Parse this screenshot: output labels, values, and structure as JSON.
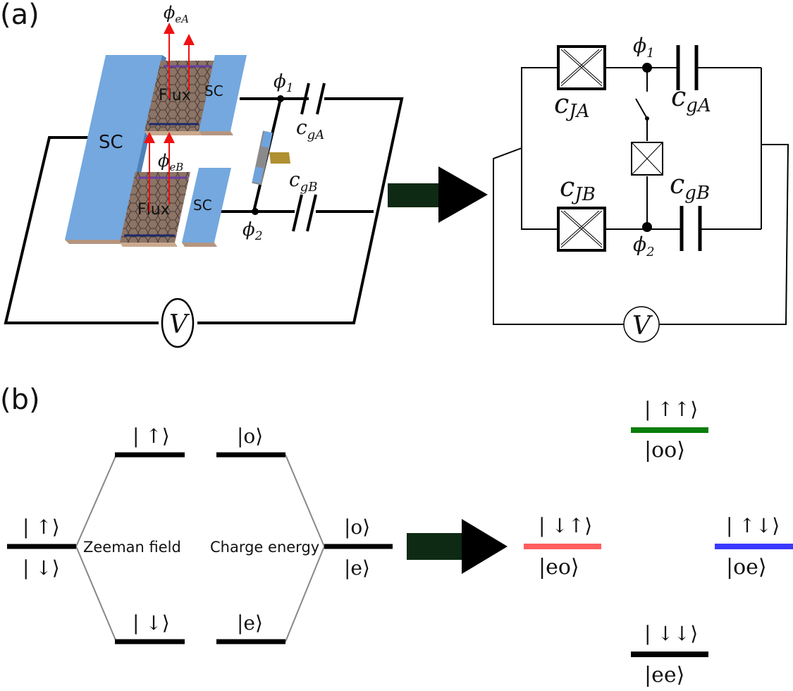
{
  "panel_a": {
    "label": "(a)",
    "device": {
      "sc_big": "SC",
      "sc_top": "SC",
      "sc_bottom": "SC",
      "flux_top": "Flux",
      "flux_bottom": "Flux",
      "phi_eA": "ϕ",
      "phi_eA_sub": "eA",
      "phi_eB": "ϕ",
      "phi_eB_sub": "eB",
      "phi_1": "ϕ",
      "phi_1_sub": "1",
      "phi_2": "ϕ",
      "phi_2_sub": "2",
      "cgA": "c",
      "cgA_sub": "gA",
      "cgB": "c",
      "cgB_sub": "gB",
      "voltmeter": "V"
    },
    "circuit": {
      "phi_1": "ϕ",
      "phi_1_sub": "1",
      "phi_2": "ϕ",
      "phi_2_sub": "2",
      "cJA": "c",
      "cJA_sub": "JA",
      "cJB": "c",
      "cJB_sub": "JB",
      "cgA": "c",
      "cgA_sub": "gA",
      "cgB": "c",
      "cgB_sub": "gB",
      "voltmeter": "V"
    }
  },
  "panel_b": {
    "label": "(b)",
    "left_level_top": "| ↑⟩",
    "left_level_bottom": "| ↓⟩",
    "zeeman_label": "Zeeman field",
    "charge_label": "Charge energy",
    "zeeman_up": "| ↑⟩",
    "zeeman_down": "| ↓⟩",
    "charge_o": "|o⟩",
    "charge_e": "|e⟩",
    "right_o": "|o⟩",
    "right_e": "|e⟩",
    "states": {
      "uu_top": "| ↑↑⟩",
      "uu_bottom": "|oo⟩",
      "du_top": "| ↓↑⟩",
      "du_bottom": "|eo⟩",
      "ud_top": "| ↑↓⟩",
      "ud_bottom": "|oe⟩",
      "dd_top": "| ↓↓⟩",
      "dd_bottom": "|ee⟩"
    },
    "colors": {
      "uu": "#0a7d0a",
      "du": "#ff5f5f",
      "ud": "#3a3aff",
      "dd": "#000000"
    }
  },
  "colors": {
    "sc_blue": "#74a8df",
    "substrate": "#c9a98e",
    "arrow_fill": "#0e2a14",
    "flux_arrow": "#ee1111",
    "edge_arrow": "#6a3fa0"
  }
}
